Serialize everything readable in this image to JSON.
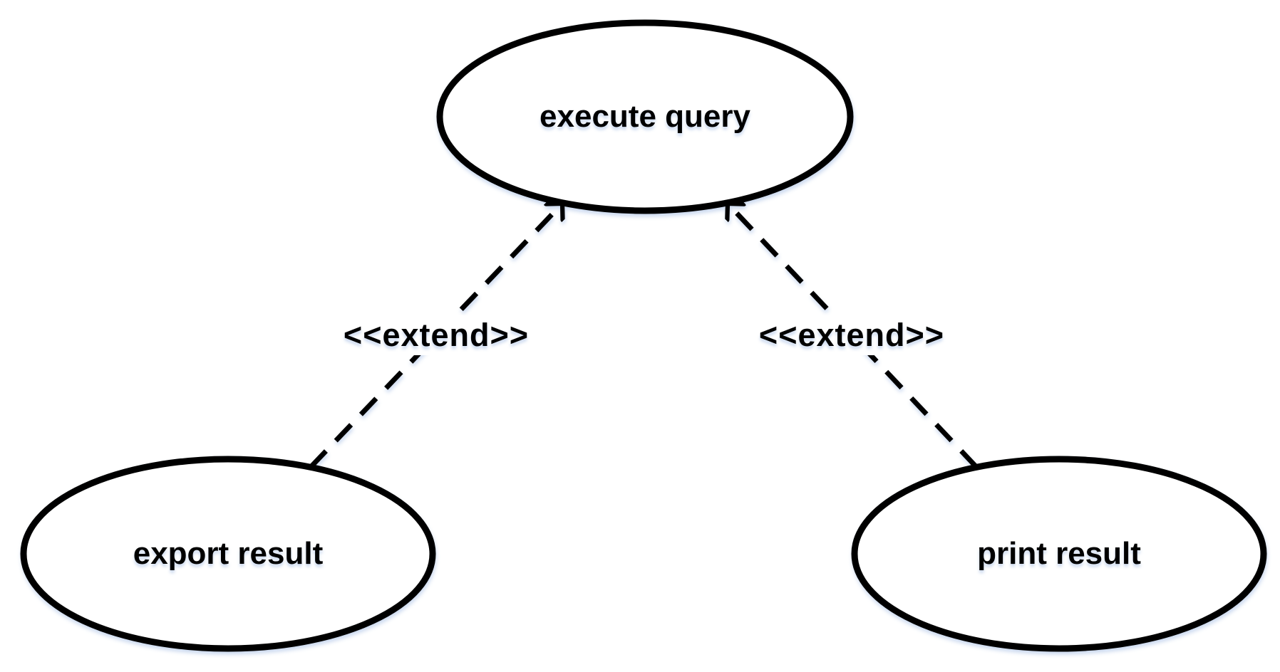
{
  "diagram": {
    "type": "uml-use-case-diagram",
    "background_color": "#ffffff",
    "stroke_color": "#000000",
    "text_color": "#000000",
    "use_cases": [
      {
        "label": "execute query"
      },
      {
        "label": "export result"
      },
      {
        "label": "print result"
      }
    ],
    "relationships": [
      {
        "stereotype": "<<extend>>",
        "from": "export result",
        "to": "execute query",
        "line_style": "dashed",
        "arrowhead": "open"
      },
      {
        "stereotype": "<<extend>>",
        "from": "print result",
        "to": "execute query",
        "line_style": "dashed",
        "arrowhead": "open"
      }
    ]
  }
}
